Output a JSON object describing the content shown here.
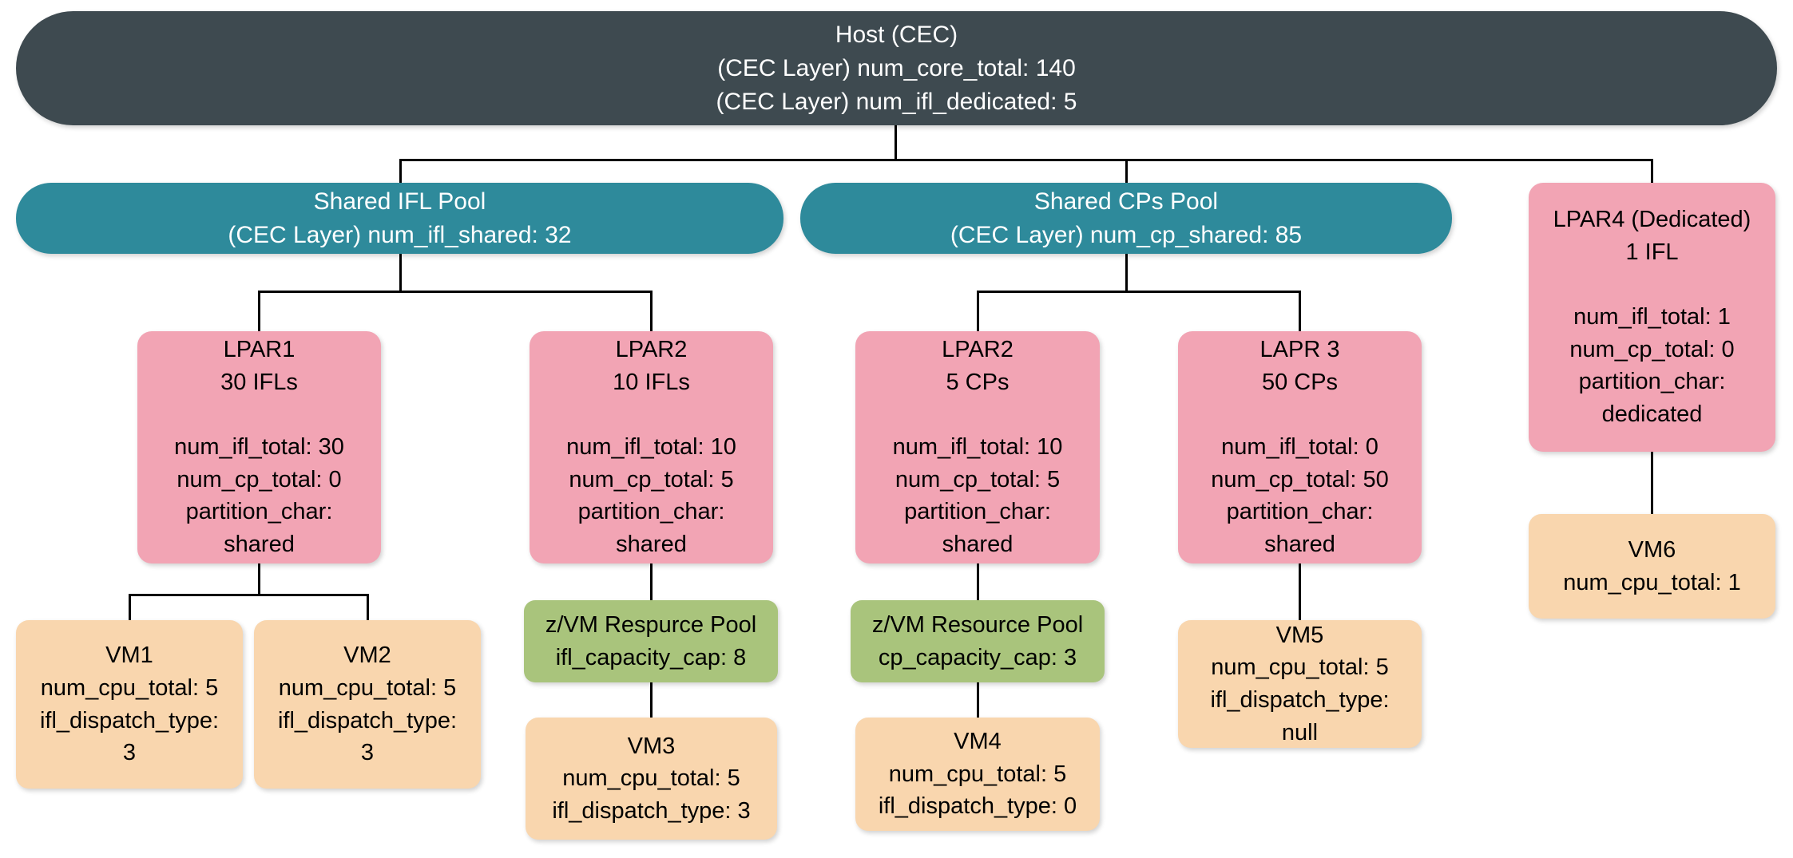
{
  "colors": {
    "host": "#3e4a50",
    "pool": "#2e8a9b",
    "lpar": "#f2a4b4",
    "vm": "#f9d6ae",
    "zvm": "#a9c47c",
    "edge": "#000000"
  },
  "diagram": {
    "host": {
      "lines": [
        "Host (CEC)",
        "(CEC Layer) num_core_total: 140",
        "(CEC Layer) num_ifl_dedicated: 5"
      ]
    },
    "ifl_pool": {
      "lines": [
        "Shared IFL Pool",
        "(CEC Layer) num_ifl_shared: 32"
      ]
    },
    "cp_pool": {
      "lines": [
        "Shared CPs Pool",
        "(CEC Layer) num_cp_shared: 85"
      ]
    },
    "lpar1": {
      "lines": [
        "LPAR1",
        "30 IFLs",
        "",
        "num_ifl_total: 30",
        "num_cp_total: 0",
        "partition_char:",
        "shared"
      ]
    },
    "lpar2_ifl": {
      "lines": [
        "LPAR2",
        "10 IFLs",
        "",
        "num_ifl_total: 10",
        "num_cp_total: 5",
        "partition_char:",
        "shared"
      ]
    },
    "lpar2_cp": {
      "lines": [
        "LPAR2",
        "5 CPs",
        "",
        "num_ifl_total: 10",
        "num_cp_total: 5",
        "partition_char:",
        "shared"
      ]
    },
    "lapr3": {
      "lines": [
        "LAPR 3",
        "50 CPs",
        "",
        "num_ifl_total: 0",
        "num_cp_total: 50",
        "partition_char:",
        "shared"
      ]
    },
    "lpar4": {
      "lines": [
        "LPAR4 (Dedicated)",
        "1 IFL",
        "",
        "num_ifl_total: 1",
        "num_cp_total: 0",
        "partition_char:",
        "dedicated"
      ]
    },
    "zvm_pool_ifl": {
      "lines": [
        "z/VM Respurce Pool",
        "ifl_capacity_cap: 8"
      ]
    },
    "zvm_pool_cp": {
      "lines": [
        "z/VM Resource Pool",
        "cp_capacity_cap: 3"
      ]
    },
    "vm1": {
      "lines": [
        "VM1",
        "num_cpu_total: 5",
        "ifl_dispatch_type:",
        "3"
      ]
    },
    "vm2": {
      "lines": [
        "VM2",
        "num_cpu_total: 5",
        "ifl_dispatch_type:",
        "3"
      ]
    },
    "vm3": {
      "lines": [
        "VM3",
        "num_cpu_total: 5",
        "ifl_dispatch_type: 3"
      ]
    },
    "vm4": {
      "lines": [
        "VM4",
        "num_cpu_total: 5",
        "ifl_dispatch_type: 0"
      ]
    },
    "vm5": {
      "lines": [
        "VM5",
        "num_cpu_total: 5",
        "ifl_dispatch_type:",
        "null"
      ]
    },
    "vm6": {
      "lines": [
        "VM6",
        "num_cpu_total: 1"
      ]
    }
  }
}
